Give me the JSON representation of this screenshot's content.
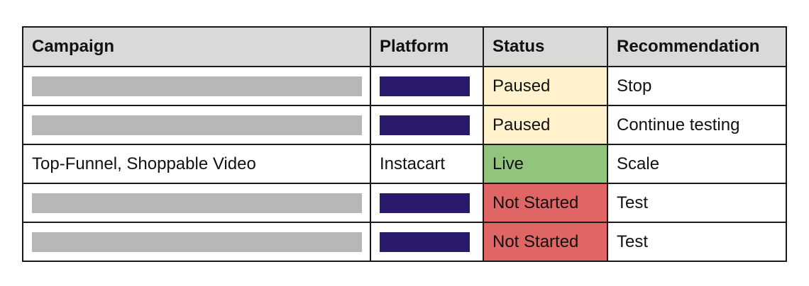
{
  "table": {
    "headers": {
      "campaign": "Campaign",
      "platform": "Platform",
      "status": "Status",
      "recommendation": "Recommendation"
    },
    "rows": [
      {
        "campaign": "",
        "platform": "",
        "status": "Paused",
        "status_color": "#fff2cc",
        "recommendation": "Stop"
      },
      {
        "campaign": "",
        "platform": "",
        "status": "Paused",
        "status_color": "#fff2cc",
        "recommendation": "Continue testing"
      },
      {
        "campaign": "Top-Funnel, Shoppable Video",
        "platform": "Instacart",
        "status": "Live",
        "status_color": "#93c47d",
        "recommendation": "Scale"
      },
      {
        "campaign": "",
        "platform": "",
        "status": "Not Started",
        "status_color": "#e06666",
        "recommendation": "Test"
      },
      {
        "campaign": "",
        "platform": "",
        "status": "Not Started",
        "status_color": "#e06666",
        "recommendation": "Test"
      }
    ]
  },
  "colors": {
    "header_bg": "#d9d9d9",
    "redaction_gray": "#b7b7b7",
    "redaction_purple": "#2b1a6b",
    "border": "#1a1a1a"
  }
}
